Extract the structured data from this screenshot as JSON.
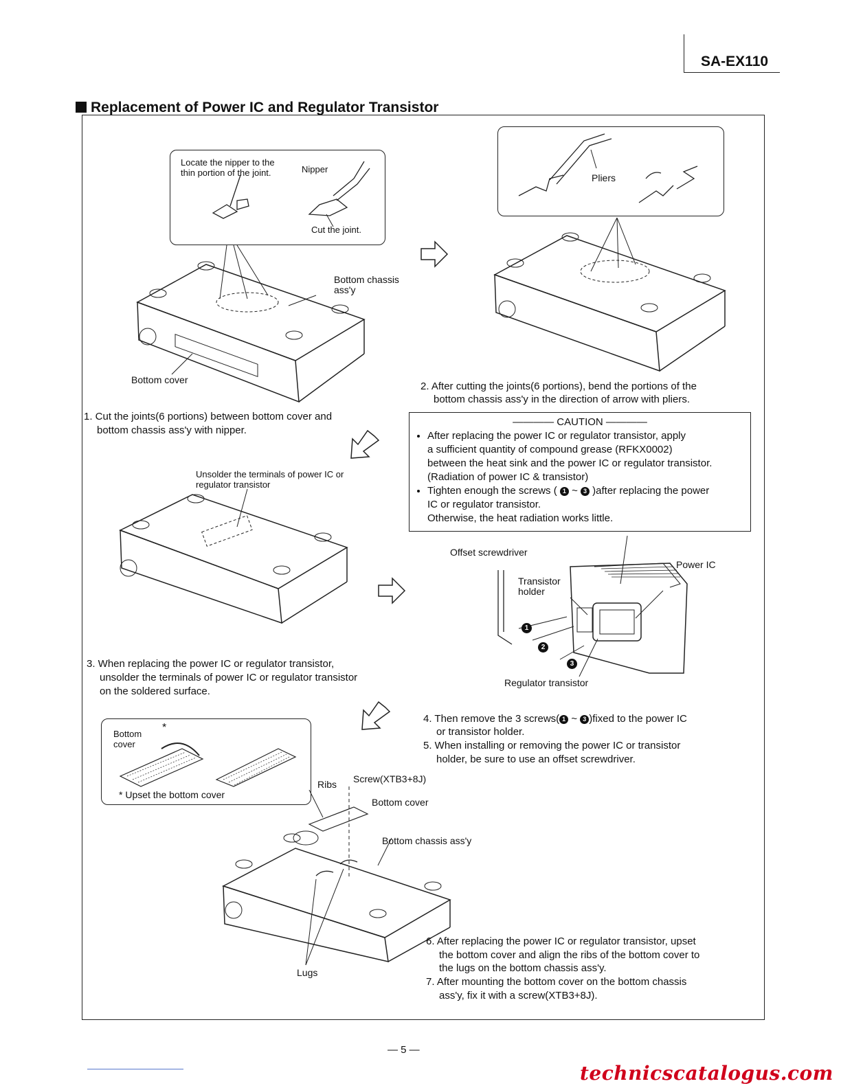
{
  "header": {
    "model": "SA-EX110"
  },
  "section": {
    "title": "Replacement of Power IC and Regulator Transistor"
  },
  "figure1": {
    "callout_text1": "Locate the nipper to the",
    "callout_text2": "thin portion of the joint.",
    "nipper": "Nipper",
    "cut_joint": "Cut the joint.",
    "bottom_chassis1": "Bottom chassis",
    "bottom_chassis2": "ass'y",
    "bottom_cover": "Bottom cover"
  },
  "figure2": {
    "pliers": "Pliers"
  },
  "figure3": {
    "unsolder1": "Unsolder the terminals of power IC or",
    "unsolder2": "regulator transistor"
  },
  "figure4": {
    "offset_screwdriver": "Offset screwdriver",
    "power_ic": "Power IC",
    "transistor_holder1": "Transistor",
    "transistor_holder2": "holder",
    "regulator_transistor": "Regulator transistor",
    "n1": "1",
    "n2": "2",
    "n3": "3"
  },
  "figure5": {
    "bottom_cover1": "Bottom",
    "bottom_cover2": "cover",
    "asterisk": "*",
    "upset_note": "* Upset the bottom cover",
    "ribs": "Ribs",
    "screw": "Screw(XTB3+8J)",
    "bottom_cover": "Bottom cover",
    "bottom_chassis": "Bottom chassis ass'y",
    "lugs": "Lugs"
  },
  "steps": {
    "s1a": "1. Cut the joints(6 portions) between bottom cover and",
    "s1b": "bottom chassis ass'y with nipper.",
    "s2a": "2. After cutting the joints(6 portions), bend the portions of the",
    "s2b": "bottom chassis ass'y in the direction of arrow with pliers.",
    "s3a": "3. When replacing the power IC or regulator transistor,",
    "s3b": "unsolder the terminals of power IC or regulator transistor",
    "s3c": "on the soldered surface.",
    "s4a_pre": "4. Then remove the 3 screws(",
    "s4a_tilde": "~",
    "s4a_post": ")fixed to the power IC",
    "s4b": "or transistor holder.",
    "s5a": "5. When installing or removing the power IC or transistor",
    "s5b": "holder, be sure to use an offset screwdriver.",
    "s6a": "6. After replacing the power IC or regulator transistor, upset",
    "s6b": "the bottom cover and align the ribs of the bottom cover to",
    "s6c": "the lugs on the bottom chassis ass'y.",
    "s7a": "7. After mounting the bottom cover on the bottom chassis",
    "s7b": "ass'y, fix it with a screw(XTB3+8J)."
  },
  "caution": {
    "title": "———— CAUTION ————",
    "b1_l1": "After replacing the power IC or regulator transistor, apply",
    "b1_l2": "a sufficient quantity of compound grease (RFKX0002)",
    "b1_l3": "between the heat sink and the power IC or regulator transistor.",
    "b1_l4": "(Radiation of power IC & transistor)",
    "b2_pre": "Tighten enough the screws (",
    "b2_tilde": "~",
    "b2_post": ")after replacing the power",
    "b2_l2": "IC or regulator transistor.",
    "b2_l3": "Otherwise, the heat radiation works little.",
    "n1": "1",
    "n3": "3"
  },
  "footer": {
    "page": "— 5 —",
    "site": "technicscatalogus.com"
  }
}
